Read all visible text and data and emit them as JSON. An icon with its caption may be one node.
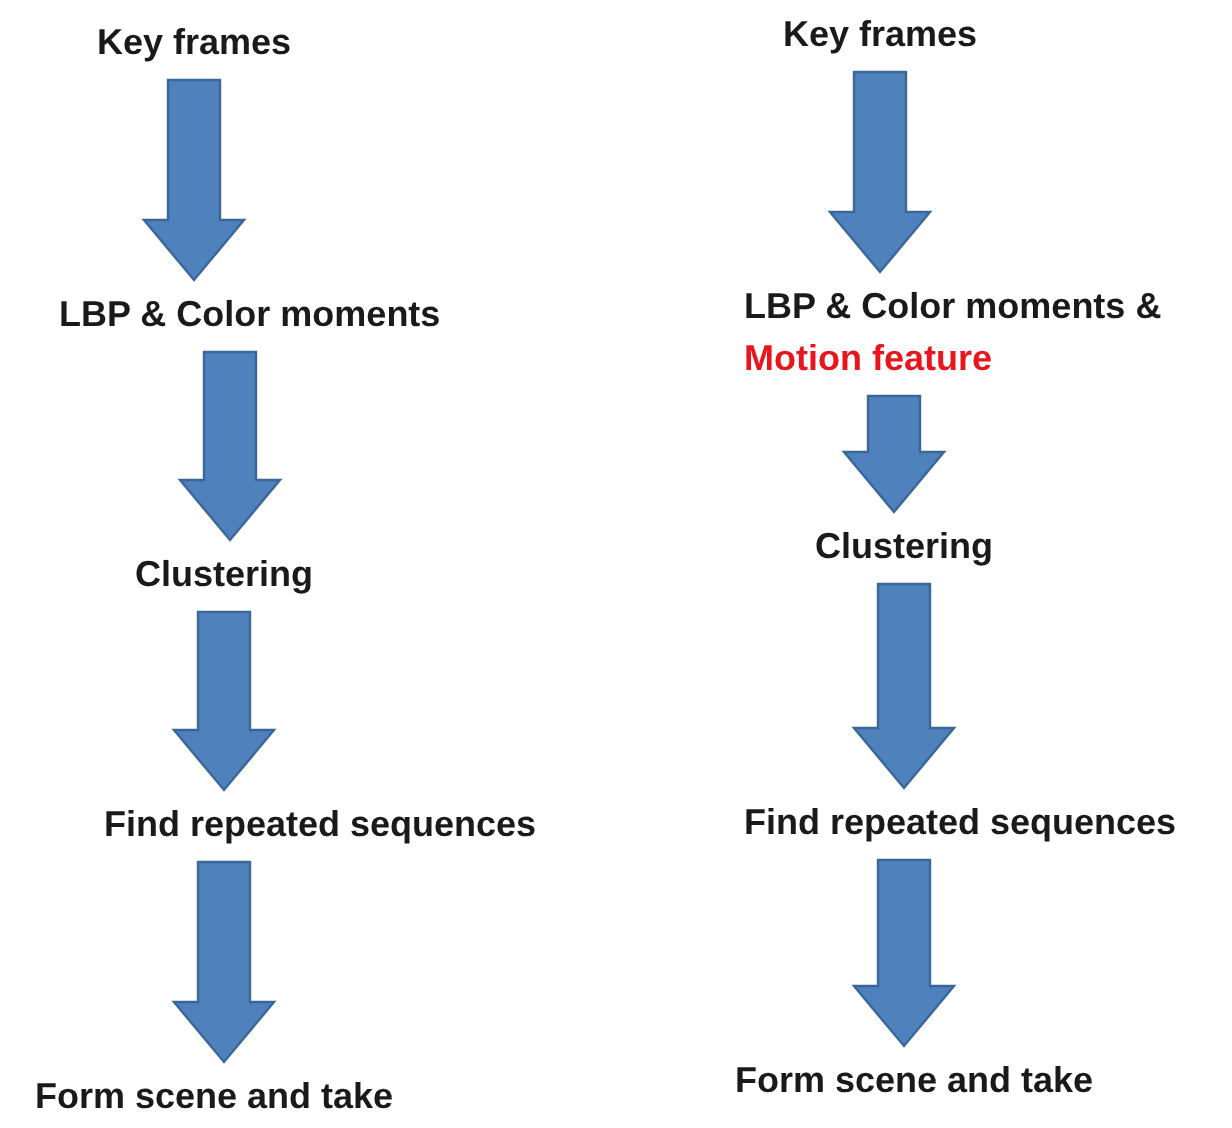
{
  "diagram": {
    "nodes": [
      {
        "text": [
          "Key frames"
        ]
      },
      {
        "text": [
          "LBP & Color moments"
        ]
      },
      {
        "text": [
          "Clustering"
        ]
      },
      {
        "text": [
          "Find repeated sequences"
        ]
      },
      {
        "text": [
          "Form scene and take"
        ]
      },
      {
        "text": [
          "Key frames"
        ]
      },
      {
        "text": [
          "LBP & Color moments & **Motion feature**"
        ]
      },
      {
        "text": [
          "Clustering"
        ]
      },
      {
        "text": [
          "Find repeated sequences"
        ]
      },
      {
        "text": [
          "Form scene and take"
        ]
      }
    ],
    "edges": [
      {
        "from": 0,
        "to": 1,
        "arrow": "to"
      },
      {
        "from": 1,
        "to": 2,
        "arrow": "to"
      },
      {
        "from": 2,
        "to": 3,
        "arrow": "to"
      },
      {
        "from": 3,
        "to": 4,
        "arrow": "to"
      },
      {
        "from": 5,
        "to": 6,
        "arrow": "to"
      },
      {
        "from": 6,
        "to": 7,
        "arrow": "to"
      },
      {
        "from": 7,
        "to": 8,
        "arrow": "to"
      },
      {
        "from": 8,
        "to": 9,
        "arrow": "to"
      }
    ]
  }
}
